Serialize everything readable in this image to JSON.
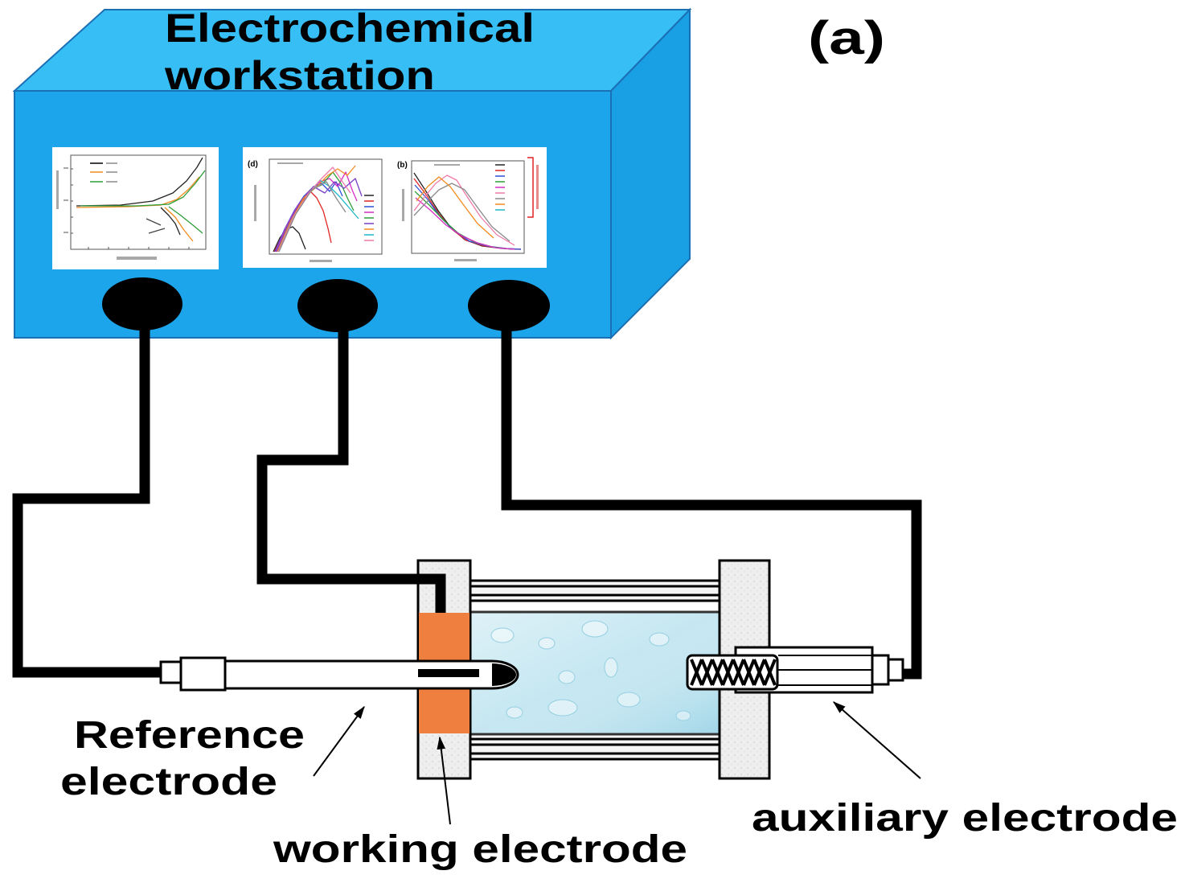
{
  "workstation": {
    "title_line1": "Electrochemical",
    "title_line2": "workstation"
  },
  "panel_label": "(a)",
  "screen_thumbnails": {
    "chart_d_label": "(d)",
    "chart_b_label": "(b)"
  },
  "electrode_labels": {
    "reference_line1": "Reference",
    "reference_line2": "electrode",
    "working": "working electrode",
    "auxiliary": "auxiliary electrode"
  },
  "colors": {
    "box_top": "#37bef4",
    "box_front": "#1ca5eb",
    "box_side": "#199fe4",
    "box_edge": "#1b6fb5",
    "knob": "#000000",
    "working_electrode": "#ef7f3e",
    "electrolyte": "#c3e6f1",
    "cell_plate": "#eeeeee"
  }
}
